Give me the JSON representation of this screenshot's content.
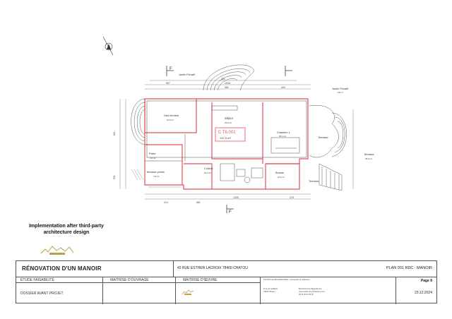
{
  "plan": {
    "rooms": {
      "hall": "Hall d'entrée",
      "hall_area": "10.0 m²",
      "sejour": "Séjour",
      "sejour_area": "70.5 m²",
      "chambre": "Chambre 1",
      "chambre_area": "20.1 m²",
      "terrasse_privee": "Terrasse privée",
      "terrasse_privee_area": "7.8 m²",
      "palier": "Palier",
      "palier_area": "1.6 m²",
      "cuisine": "Cuisine",
      "cuisine_area": "10.4 m²",
      "bureau": "Bureau",
      "bureau_area": "10.2 m²",
      "terrasse": "Terrasse",
      "terrasse_area": "36.6 m²"
    },
    "unit_code": "C T6.001",
    "unit_area": "137.5 m²",
    "jardin_left": "Jardin Privatif",
    "jardin_right": "Jardin Privatif",
    "jardin_right_area": "197.4",
    "terrasse_right": "Terrasse",
    "section_label": "F",
    "dims_top": [
      "597",
      "321",
      "1036",
      "581",
      "409"
    ],
    "dims_bottom": [
      "414",
      "681",
      "1205",
      "378"
    ],
    "dims_left": [
      "821",
      "551"
    ]
  },
  "caption": {
    "line1": "Implementation after third-party",
    "line2": "architecture design"
  },
  "title_block": {
    "title": "RÉNOVATION D'UN MANOIR",
    "address": "42 RUE ESTHER LACROIX 78400 CHATOU",
    "plan_name": "PLAN 001 RDC : MANOIR",
    "etude_label": "ÉTUDE FAISABILITÉ",
    "etude_value": "DOSSIER AVANT PROJET",
    "maitrise_ouvrage": "MAITRISE D'OUVRAGE",
    "maitrise_oeuvre": "MAITRISE D'ŒUVRE",
    "firm_name": "STUDIO HA ARCHITECTURE - Conception et réalisation",
    "firm_line2": "8 rue de la Mairie",
    "firm_line3": "78400 Chatou",
    "firm_contact1": "Bonnefond.ha.b@gmail.com",
    "firm_contact2": "www.studio-ha-architecture.com",
    "firm_phone": "06 11 00 03 23 53",
    "page": "Page 8",
    "date": "23.12.2024"
  },
  "colors": {
    "wall_red": "#e2515f",
    "line": "#4a4a4a",
    "logo_gold": "#b8a24a"
  }
}
